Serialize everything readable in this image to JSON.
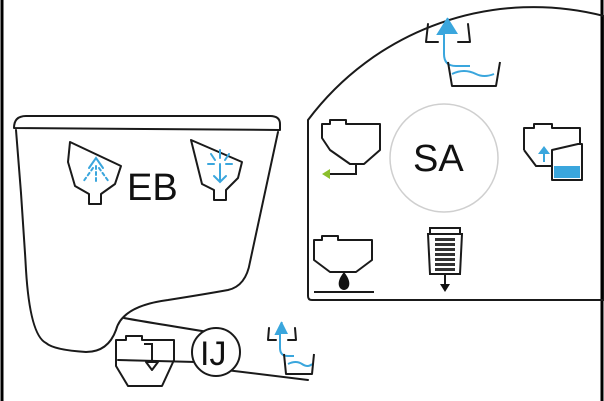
{
  "colors": {
    "stroke": "#1a1a1a",
    "water_accent": "#3aa6dd",
    "tank_fill": "#3aa6dd",
    "arrow_green": "#8bbf2c",
    "inner_circle_stroke": "#cfcfcf"
  },
  "labels": {
    "eb": "EB",
    "sa": "SA",
    "ij": "IJ"
  },
  "icons": [
    "spray-fan-icon",
    "spray-fan-icon",
    "water-collection-icon",
    "tank-drain-icon",
    "tank-transfer-icon",
    "filter-cartridge-icon",
    "oil-drop-tank-icon",
    "hopper-tank-icon"
  ]
}
